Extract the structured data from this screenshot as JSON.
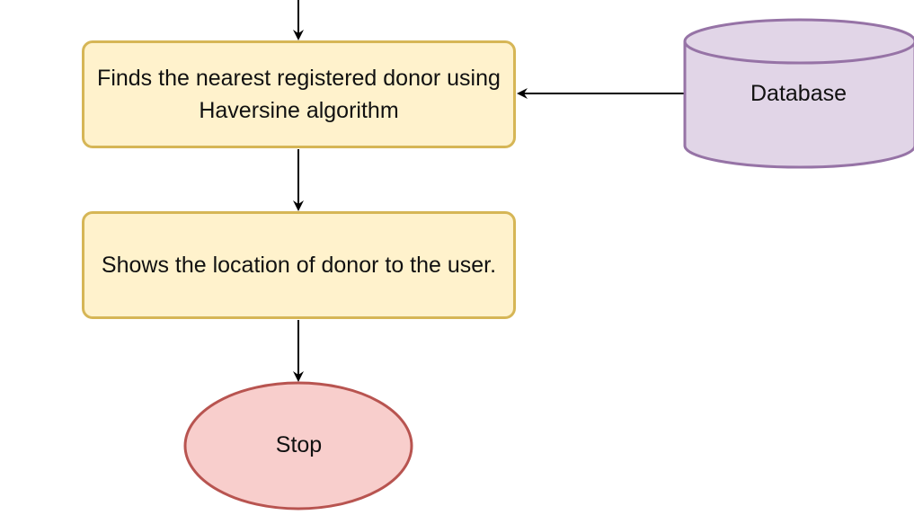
{
  "flowchart": {
    "steps": {
      "find_donor": "Finds the nearest registered donor using Haversine algorithm",
      "show_location": "Shows the location of donor to the user."
    },
    "database": "Database",
    "terminal": "Stop"
  },
  "colors": {
    "process_fill": "#fff2cc",
    "process_stroke": "#d6b656",
    "database_fill": "#e1d5e7",
    "database_stroke": "#9673a6",
    "terminal_fill": "#f8cecc",
    "terminal_stroke": "#b85450",
    "arrow": "#000000"
  }
}
